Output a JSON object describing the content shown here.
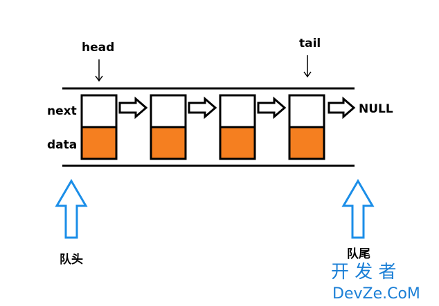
{
  "labels": {
    "head": "head",
    "tail": "tail",
    "next": "next",
    "data": "data",
    "null": "NULL",
    "queue_head": "队头",
    "queue_tail": "队尾"
  },
  "watermark": {
    "line1": "开 发 者",
    "line2": "DevZe.CoM"
  },
  "colors": {
    "data_fill": "#f57f20",
    "pointer_arrow": "#1b8ee8",
    "watermark": "#1b7fd6",
    "stroke": "#000000"
  },
  "nodes": 4
}
